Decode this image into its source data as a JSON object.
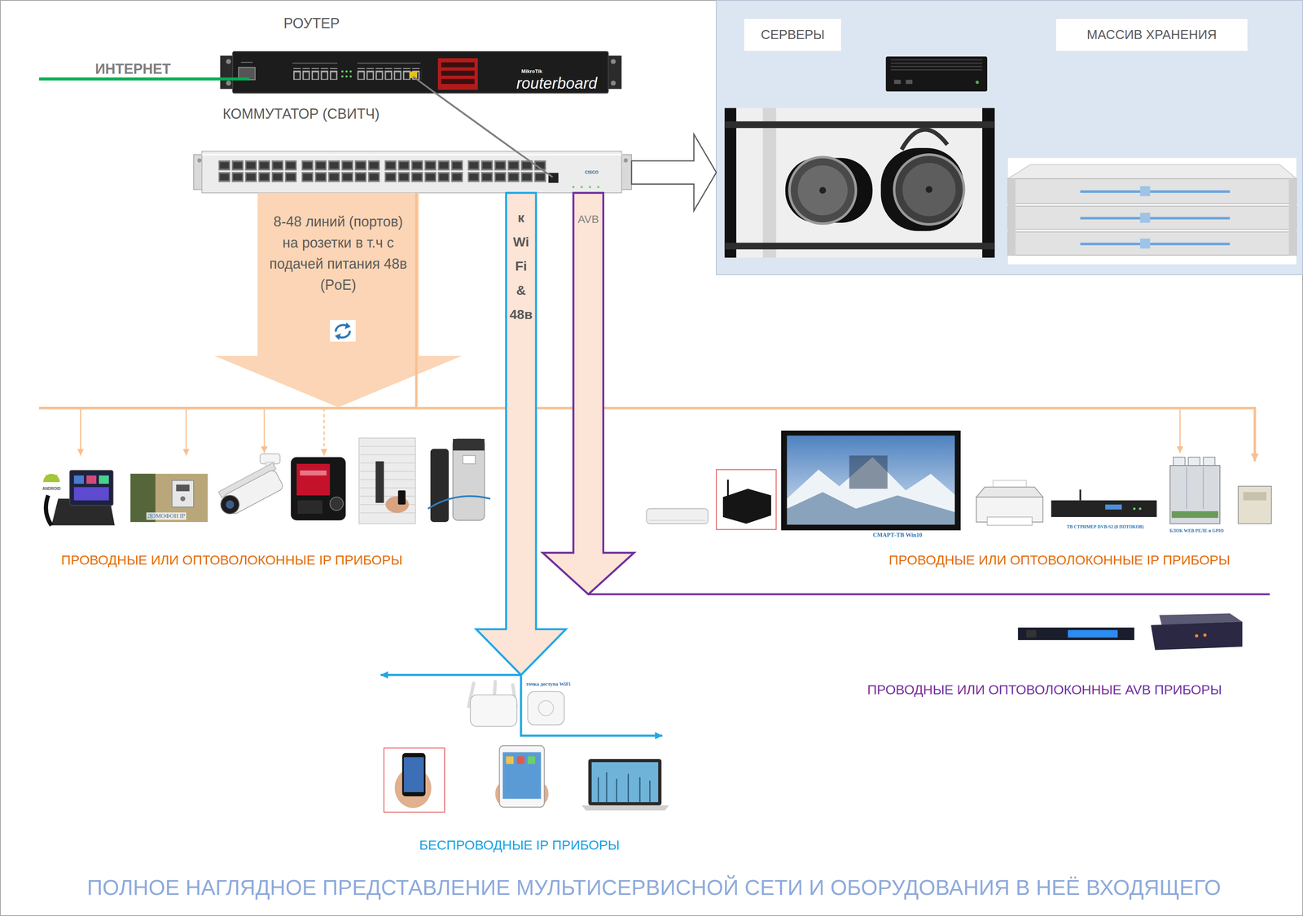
{
  "diagram": {
    "caption": "ПОЛНОЕ НАГЛЯДНОЕ ПРЕДСТАВЛЕНИЕ МУЛЬТИСЕРВИСНОЙ СЕТИ И ОБОРУДОВАНИЯ В НЕЁ ВХОДЯЩЕГО",
    "nodes": [
      {
        "text": [
          "РОУТЕР"
        ]
      },
      {
        "text": [
          "КОММУТАТОР (СВИТЧ)"
        ]
      },
      {
        "text": []
      },
      {
        "text": [
          "СЕРВЕРЫ"
        ],
        "in": 2
      },
      {
        "text": [
          "МАССИВ ХРАНЕНИЯ"
        ],
        "in": 2
      },
      {
        "text": [
          "ПРОВОДНЫЕ ИЛИ ОПТОВОЛОКОННЫЕ IP ПРИБОРЫ"
        ]
      },
      {
        "text": [
          "ПРОВОДНЫЕ ИЛИ ОПТОВОЛОКОННЫЕ IP ПРИБОРЫ"
        ]
      },
      {
        "text": [
          "ПРОВОДНЫЕ ИЛИ ОПТОВОЛОКОННЫЕ AVB ПРИБОРЫ"
        ]
      },
      {
        "text": [
          "точка доступа WiFi"
        ]
      },
      {
        "text": [
          "БЕСПРОВОДНЫЕ IP ПРИБОРЫ"
        ]
      }
    ],
    "edges": [
      {
        "from": 0,
        "to": 1,
        "arrow": "none"
      },
      {
        "from": 1,
        "to": 2,
        "arrow": "to"
      },
      {
        "from": 1,
        "to": 5,
        "arrow": "to",
        "label": "8-48 линий (портов) на розетки в т.ч с подачей питания 48в (PoE)"
      },
      {
        "from": 1,
        "to": 6,
        "arrow": "to"
      },
      {
        "from": 1,
        "to": 8,
        "arrow": "to",
        "label": "к Wi Fi & 48в"
      },
      {
        "from": 1,
        "to": 7,
        "arrow": "to",
        "label": "AVB"
      }
    ],
    "labels": [
      "ИНТЕРНЕТ",
      "MikroTik",
      "routerboard",
      "CISCO",
      "ANDROID",
      "ДОМОФОН IP",
      "СМАРТ-ТВ Win10",
      "ТВ СТРИМЕР DVB-S2 (8 ПОТОКОВ)",
      "БЛОК WEB РЕЛЕ и GPIO"
    ]
  }
}
